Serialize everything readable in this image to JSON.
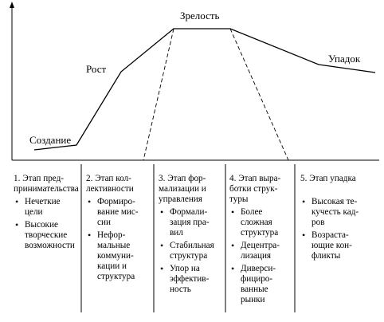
{
  "curve_labels": {
    "creation": "Создание",
    "growth": "Рост",
    "maturity": "Зрелость",
    "decline": "Упадок"
  },
  "stages": [
    {
      "title": "1. Этап пред-принимательства",
      "title_lines": [
        "1. Этап пред-",
        "принимательства"
      ],
      "items": [
        [
          "Нечеткие",
          "цели"
        ],
        [
          "Высокие",
          "творческие",
          "возможности"
        ]
      ]
    },
    {
      "title": "2. Этап коллективности",
      "title_lines": [
        "2. Этап кол-",
        "лективности"
      ],
      "items": [
        [
          "Формиро-",
          "вание мис-",
          "сии"
        ],
        [
          "Нефор-",
          "мальные",
          "коммуни-",
          "кации и",
          "структура"
        ]
      ]
    },
    {
      "title": "3. Этап формализации и управления",
      "title_lines": [
        "3. Этап фор-",
        "мализации и",
        "управления"
      ],
      "items": [
        [
          "Формали-",
          "зация пра-",
          "вил"
        ],
        [
          "Стабильная",
          "структура"
        ],
        [
          "Упор на",
          "эффектив-",
          "ность"
        ]
      ]
    },
    {
      "title": "4. Этап выработки структуры",
      "title_lines": [
        "4. Этап выра-",
        "ботки струк-",
        "туры"
      ],
      "items": [
        [
          "Более",
          "сложная",
          "структура"
        ],
        [
          "Децентра-",
          "лизация"
        ],
        [
          "Диверси-",
          "фициро-",
          "ванные",
          "рынки"
        ]
      ]
    },
    {
      "title": "5. Этап упадка",
      "title_lines": [
        "5. Этап упадка"
      ],
      "items": [
        [
          "Высокая те-",
          "кучесть кад-",
          "ров"
        ],
        [
          "Возраста-",
          "ющие кон-",
          "фликты"
        ]
      ]
    }
  ]
}
